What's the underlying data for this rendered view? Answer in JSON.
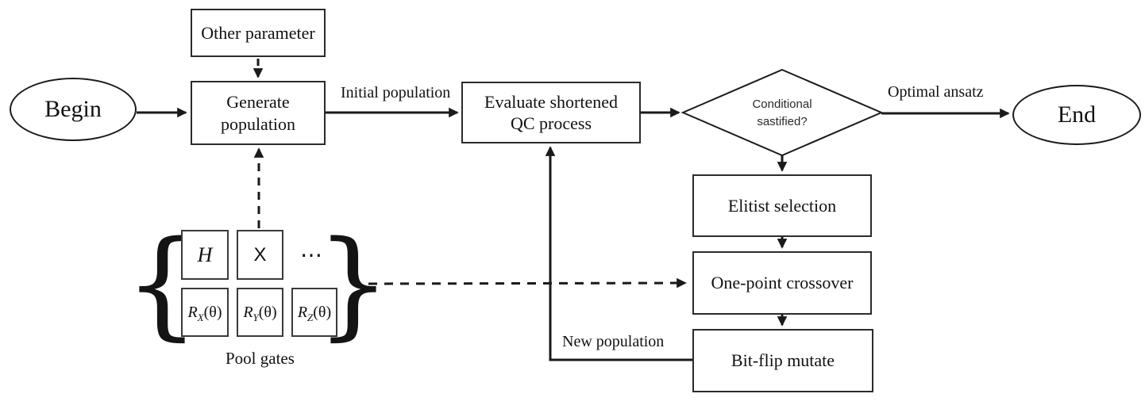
{
  "figure": {
    "background": "#ffffff",
    "line_color": "#1a1a1a",
    "border_color": "#2b2b2b"
  },
  "nodes": {
    "begin": "Begin",
    "other_parameter": "Other parameter",
    "generate_population": "Generate population",
    "evaluate_qc": "Evaluate shortened QC process",
    "condition": "Conditional sastified?",
    "elitist_selection": "Elitist selection",
    "one_point_crossover": "One-point crossover",
    "bit_flip_mutate": "Bit-flip mutate",
    "end": "End"
  },
  "edge_labels": {
    "initial_population": "Initial population",
    "optimal_ansatz": "Optimal ansatz",
    "new_population": "New population"
  },
  "pool": {
    "brace_left": "{",
    "brace_right": "}",
    "ellipsis": "⋯",
    "row1": [
      {
        "label": "H"
      },
      {
        "label": "X"
      }
    ],
    "row2": [
      {
        "base": "R",
        "sub": "X",
        "arg": "(θ)"
      },
      {
        "base": "R",
        "sub": "Y",
        "arg": "(θ)"
      },
      {
        "base": "R",
        "sub": "Z",
        "arg": "(θ)"
      }
    ],
    "caption": "Pool gates"
  }
}
